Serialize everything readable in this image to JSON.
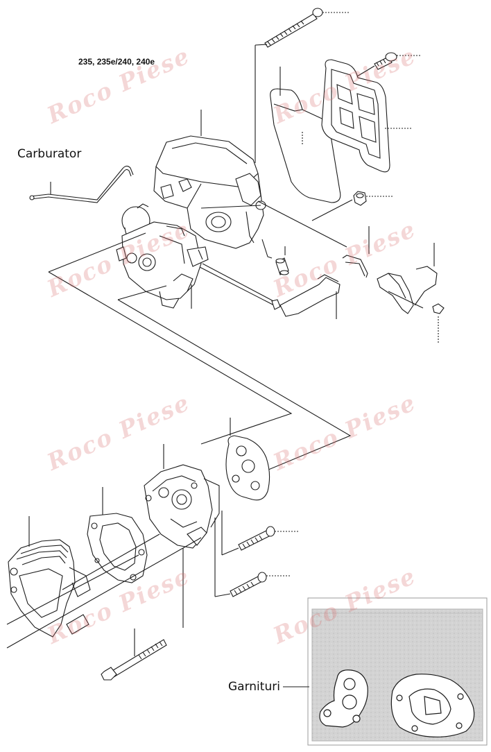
{
  "model_label": "235, 235e/240, 240e",
  "callouts": {
    "carburator": "Carburator",
    "garnituri": "Garnituri"
  },
  "watermark": {
    "text": "Roco Piese",
    "color": "#d67070"
  },
  "colors": {
    "line": "#1a1a1a",
    "kit_box_fill": "#d8d8d8",
    "kit_box_border": "#9a9a9a"
  }
}
